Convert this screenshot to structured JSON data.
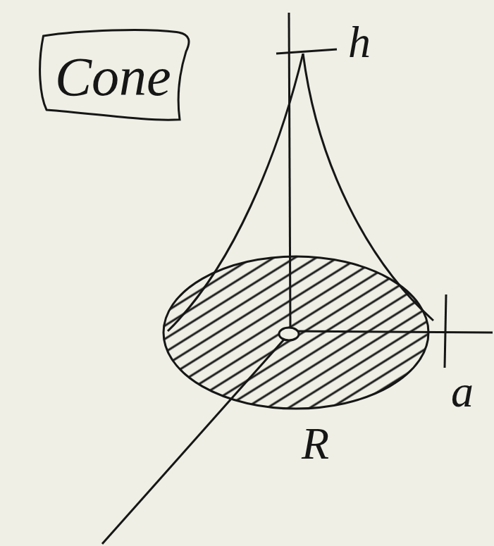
{
  "diagram": {
    "nodes": [
      {
        "text": [
          "Cone"
        ]
      }
    ],
    "labels": [
      "h",
      "a",
      "R"
    ]
  }
}
